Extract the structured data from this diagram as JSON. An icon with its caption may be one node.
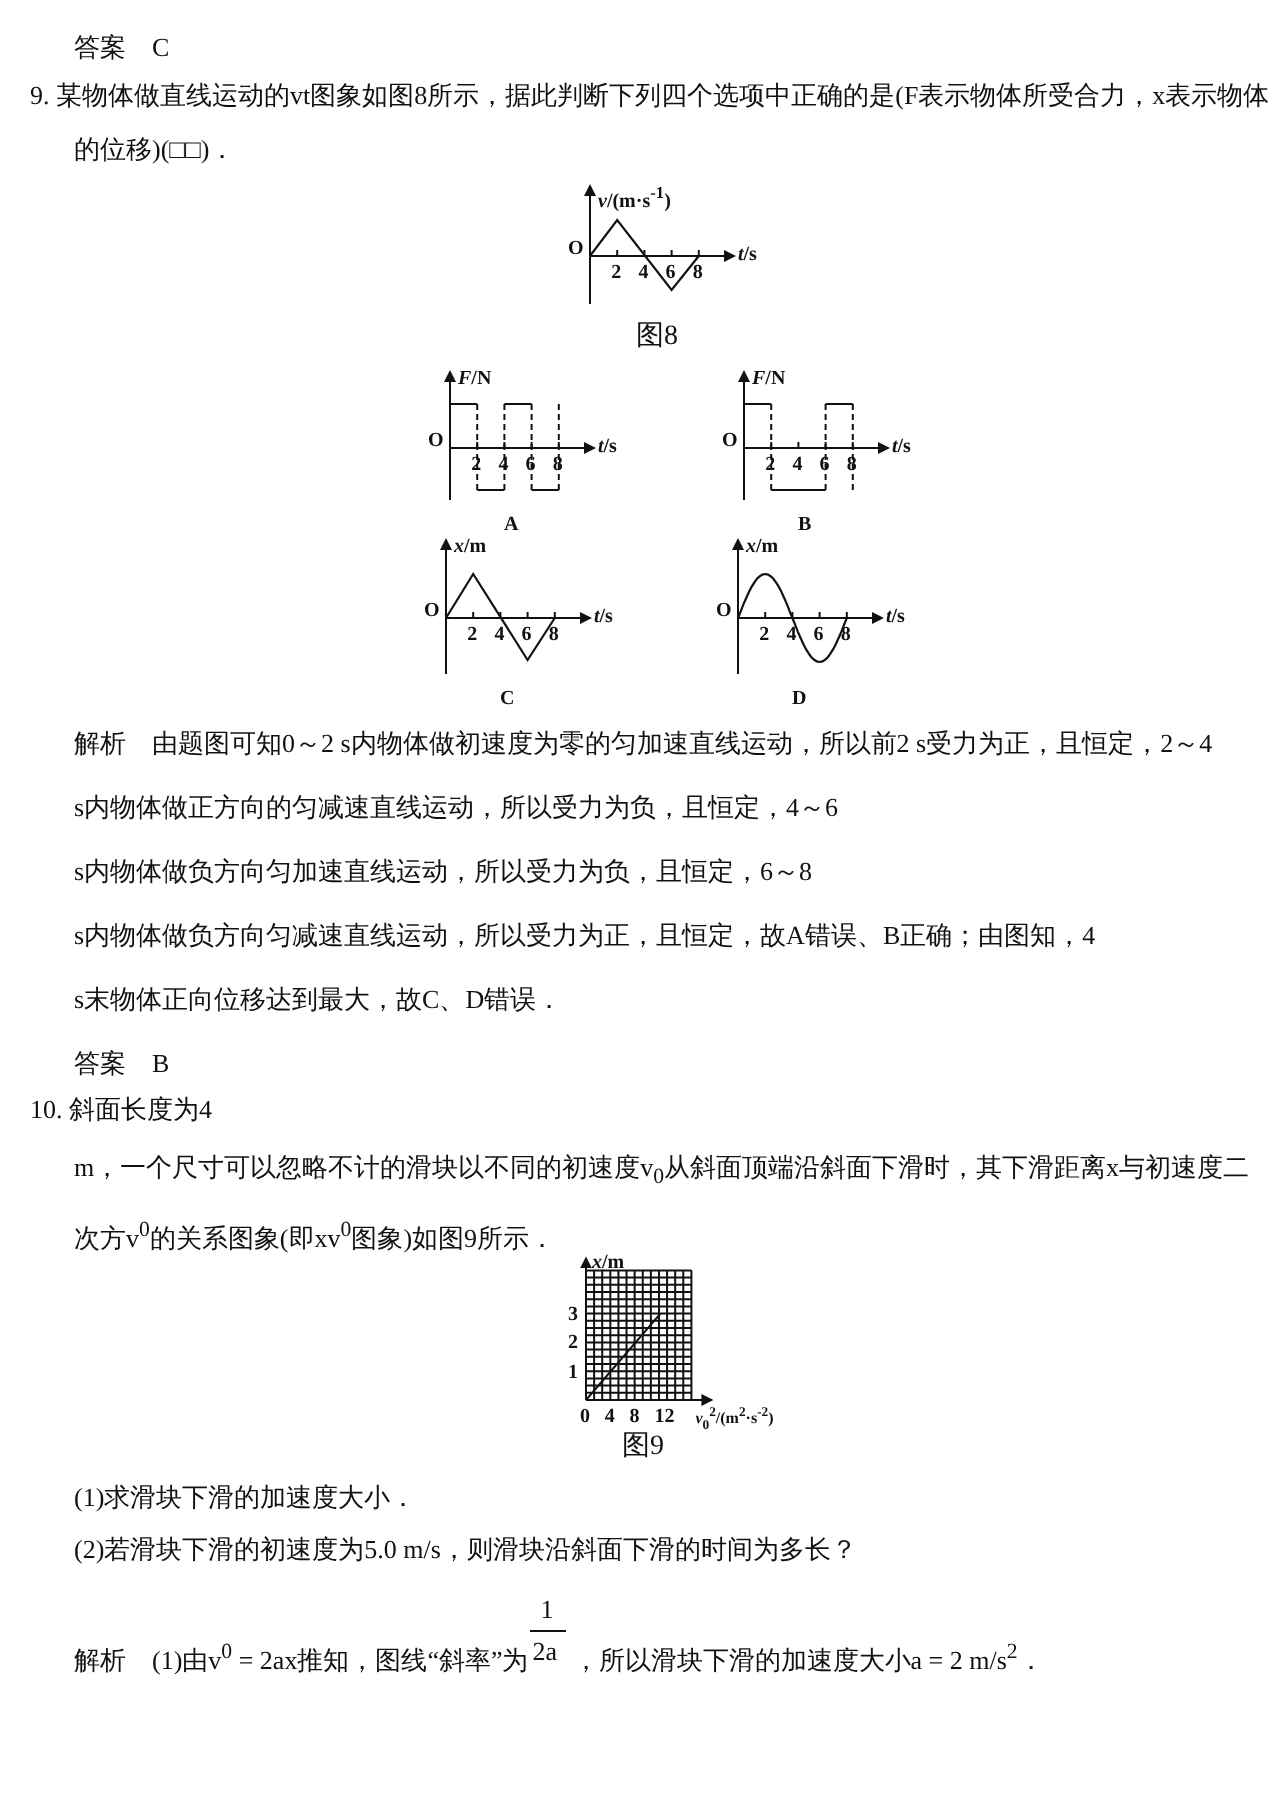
{
  "diagram": {
    "labels": [
      "答案　C",
      "9. 某物体做直线运动的vt图象如图8所示，据此判断下列四个选项中正确的是(F表示物体所受合力，x表示物体的位移)(□□)．",
      "*v*/(m·s$^{-1}$)",
      "O",
      "2",
      "4",
      "6",
      "8",
      "*t*/s",
      "图8",
      "*F*/N",
      "O",
      "2",
      "4",
      "6",
      "8",
      "*t*/s",
      "A",
      "*F*/N",
      "O",
      "2",
      "4",
      "6",
      "8",
      "*t*/s",
      "B",
      "*x*/m",
      "O",
      "2",
      "4",
      "6",
      "8",
      "*t*/s",
      "C",
      "*x*/m",
      "O",
      "2",
      "4",
      "6",
      "8",
      "*t*/s",
      "D",
      "解析　由题图可知0～2 s内物体做初速度为零的匀加速直线运动，所以前2 s受力为正，且恒定，2～4",
      "s内物体做正方向的匀减速直线运动，所以受力为负，且恒定，4～6",
      "s内物体做负方向匀加速直线运动，所以受力为负，且恒定，6～8",
      "s内物体做负方向匀减速直线运动，所以受力为正，且恒定，故A错误、B正确；由图知，4",
      "s末物体正向位移达到最大，故C、D错误．",
      "答案　B",
      "10. 斜面长度为4",
      "m，一个尺寸可以忽略不计的滑块以不同的初速度v$_{0}$从斜面顶端沿斜面下滑时，其下滑距离x与初速度二次方v$^{0}$的关系图象(即xv$^{0}$图象)如图9所示．",
      "*x*/m",
      "3",
      "2",
      "1",
      "0",
      "4",
      "8",
      "12",
      "*v*$_{0}$$^{2}$/(m$^{2}$·s$^{-2}$)",
      "图9",
      "(1)求滑块下滑的加速度大小．",
      "(2)若滑块下滑的初速度为5.0 m/s，则滑块沿斜面下滑的时间为多长？",
      "解析　(1)由v$^{0}$ = 2ax推知，图线“斜率”为",
      "1",
      "2a",
      "，所以滑块下滑的加速度大小a = 2 m/s$^{2}$．"
    ]
  }
}
